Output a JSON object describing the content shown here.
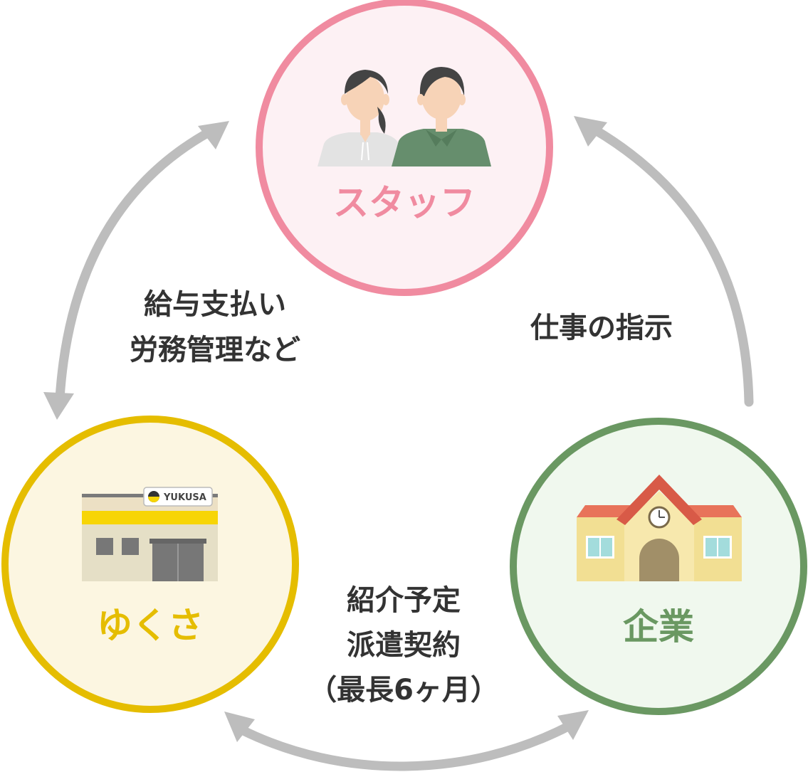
{
  "colors": {
    "arrow": "#bdbdbd",
    "text": "#333333",
    "staff": "#f08ba0",
    "staff_fill": "#fdf1f4",
    "yukusa": "#e5bd00",
    "yukusa_fill": "#fcf6e1",
    "company": "#6a9862",
    "company_fill": "#f0f8ee"
  },
  "nodes": {
    "staff": {
      "label": "スタッフ",
      "icon": "two-staff-people-icon"
    },
    "yukusa": {
      "label": "ゆくさ",
      "icon": "yukusa-store-icon",
      "sign": "YUKUSA"
    },
    "company": {
      "label": "企業",
      "icon": "school-building-icon"
    }
  },
  "edges": {
    "yukusa_staff": {
      "lines": [
        "給与支払い",
        "労務管理など"
      ]
    },
    "company_staff": {
      "lines": [
        "仕事の指示"
      ]
    },
    "yukusa_company": {
      "lines": [
        "紹介予定",
        "派遣契約",
        "（最長6ヶ月）"
      ]
    }
  }
}
